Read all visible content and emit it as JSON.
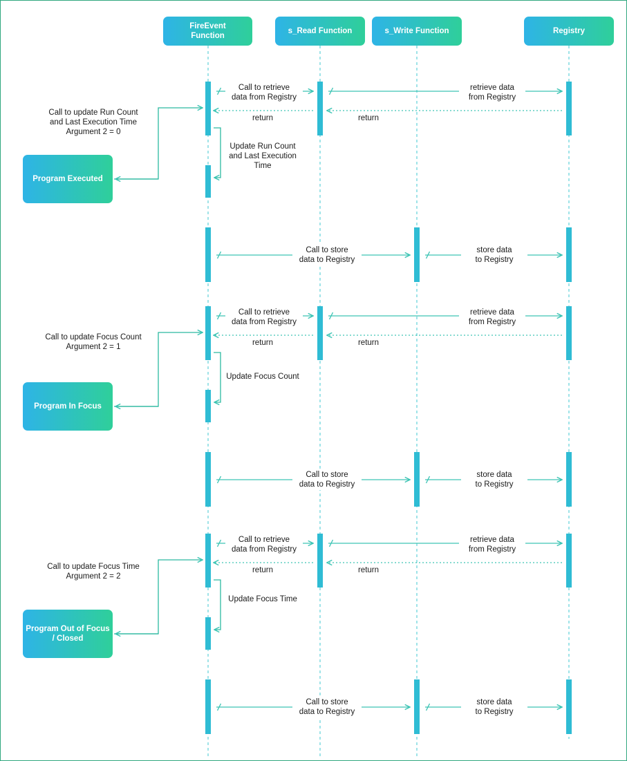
{
  "colors": {
    "gradient_start": "#2eb4e6",
    "gradient_end": "#2fcf9a",
    "lifeline": "#5fd0d8",
    "activation": "#2fbcd4",
    "message": "#3cc4b4",
    "text": "#1a1a1a"
  },
  "participants": {
    "fireevent": [
      "FireEvent",
      "Function"
    ],
    "read": [
      "s_Read Function"
    ],
    "write": [
      "s_Write Function"
    ],
    "registry": [
      "Registry"
    ]
  },
  "events": {
    "executed": {
      "box": [
        "Program Executed"
      ],
      "note": [
        "Call to update Run Count",
        "and Last Execution Time",
        "Argument 2 = 0"
      ],
      "self": [
        "Update Run Count",
        "and Last Execution",
        "Time"
      ]
    },
    "focus": {
      "box": [
        "Program In Focus"
      ],
      "note": [
        "Call to update Focus Count",
        "Argument 2 = 1"
      ],
      "self": [
        "Update Focus Count"
      ]
    },
    "closed": {
      "box": [
        "Program Out of Focus",
        "/ Closed"
      ],
      "note": [
        "Call to update Focus Time",
        "Argument 2 = 2"
      ],
      "self": [
        "Update Focus Time"
      ]
    }
  },
  "messages": {
    "call_read": [
      "Call to retrieve",
      "data from Registry"
    ],
    "retrieve": [
      "retrieve data",
      "from Registry"
    ],
    "return": [
      "return"
    ],
    "call_store": [
      "Call to store",
      "data to Registry"
    ],
    "store": [
      "store data",
      "to Registry"
    ]
  }
}
